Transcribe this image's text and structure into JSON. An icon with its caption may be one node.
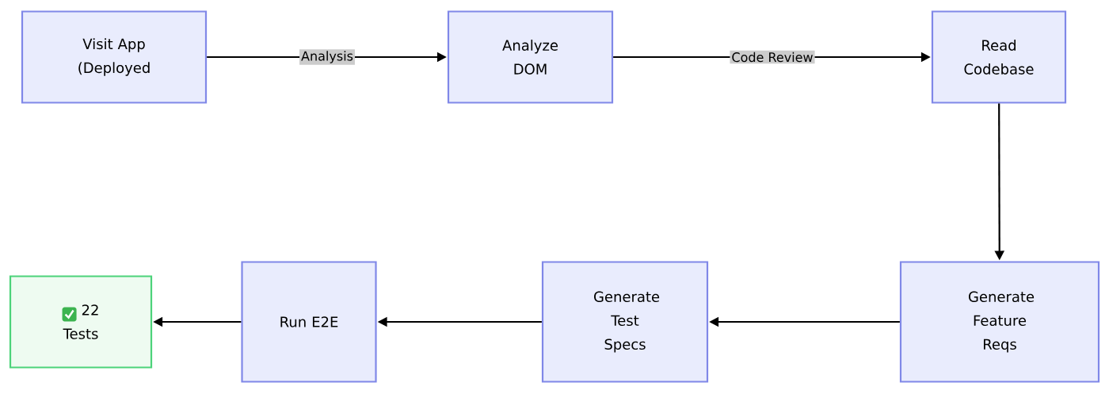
{
  "diagram": {
    "nodes": [
      {
        "text": [
          "Visit App (Deployed"
        ]
      },
      {
        "text": [
          "Analyze DOM"
        ]
      },
      {
        "text": [
          "Read Codebase"
        ]
      },
      {
        "text": [
          "Generate Feature Reqs"
        ]
      },
      {
        "text": [
          "Generate Test Specs"
        ]
      },
      {
        "text": [
          "Run E2E"
        ]
      },
      {
        "text": [
          "22 Tests"
        ]
      }
    ],
    "edges": [
      {
        "from": 0,
        "to": 1,
        "arrow": "to",
        "label": "Analysis"
      },
      {
        "from": 1,
        "to": 2,
        "arrow": "to",
        "label": "Code Review"
      },
      {
        "from": 2,
        "to": 3,
        "arrow": "to"
      },
      {
        "from": 3,
        "to": 4,
        "arrow": "to"
      },
      {
        "from": 4,
        "to": 5,
        "arrow": "to"
      },
      {
        "from": 5,
        "to": 6,
        "arrow": "to",
        "color": "#000000"
      }
    ]
  }
}
